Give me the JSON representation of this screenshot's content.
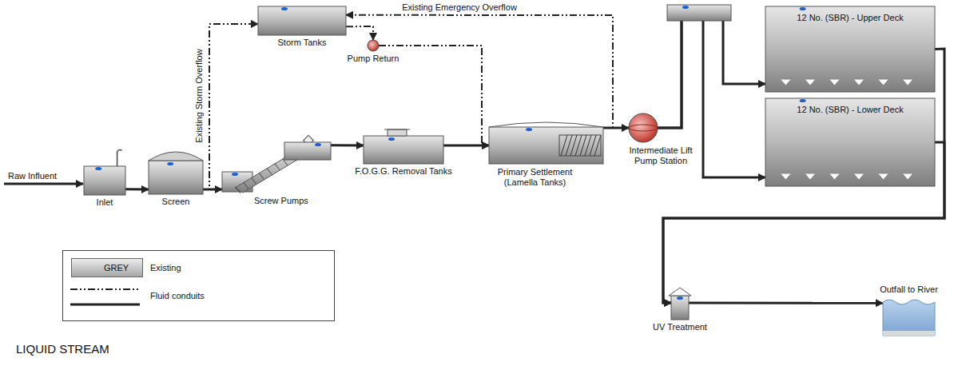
{
  "diagram": {
    "title": "LIQUID STREAM",
    "nodes": [
      {
        "text": [
          "Inlet"
        ]
      },
      {
        "text": [
          "Screen"
        ]
      },
      {
        "text": [
          "Storm Tanks"
        ]
      },
      {
        "text": [
          "Screw Pumps"
        ]
      },
      {
        "text": [
          "Pump Return"
        ]
      },
      {
        "text": [
          "F.O.G.G. Removal Tanks"
        ]
      },
      {
        "text": [
          "Primary Settlement (Lamella Tanks)"
        ]
      },
      {
        "text": [
          "Intermediate Lift Pump Station"
        ]
      },
      {
        "text": [
          "12 No. (SBR) - Upper Deck"
        ]
      },
      {
        "text": [
          "12 No. (SBR) - Lower Deck"
        ]
      },
      {
        "text": [
          "UV Treatment"
        ]
      },
      {
        "text": [
          "Outfall to River"
        ]
      }
    ],
    "edges": [
      {
        "from": 0,
        "to": 1,
        "arrow": "to"
      },
      {
        "from": 1,
        "to": 3,
        "arrow": "to"
      },
      {
        "from": 1,
        "to": 2,
        "label": "Existing Storm Overflow",
        "arrow": "to"
      },
      {
        "from": 2,
        "to": 4,
        "arrow": "to"
      },
      {
        "from": 4,
        "to": 6,
        "arrow": "to"
      },
      {
        "from": 6,
        "to": 2,
        "label": "Existing Emergency Overflow",
        "arrow": "to"
      },
      {
        "from": 3,
        "to": 5,
        "arrow": "to"
      },
      {
        "from": 5,
        "to": 6,
        "arrow": "to"
      },
      {
        "from": 6,
        "to": 7,
        "arrow": "to"
      },
      {
        "from": 7,
        "to": 8,
        "arrow": "to"
      },
      {
        "from": 7,
        "to": 9,
        "arrow": "to"
      },
      {
        "from": 8,
        "to": 10,
        "arrow": "to"
      },
      {
        "from": 9,
        "to": 10,
        "arrow": "to"
      },
      {
        "from": 10,
        "to": 11,
        "arrow": "to"
      }
    ],
    "labels": [
      "Raw Influent",
      "GREY"
    ],
    "legend": [
      {
        "text": "Existing",
        "color": "#a6a6a6"
      },
      {
        "text": "Fluid conduits"
      }
    ]
  }
}
